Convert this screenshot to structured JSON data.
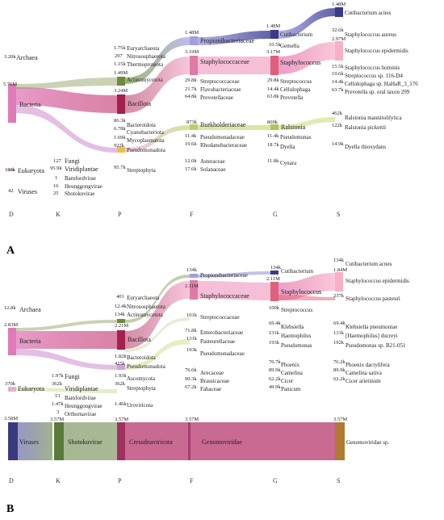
{
  "panel_a": {
    "panel_label": "A",
    "rank_axis": [
      "D",
      "K",
      "P",
      "F",
      "G",
      "S"
    ],
    "nodes": {
      "archaea": {
        "value": "3.20k",
        "name": "Archaea"
      },
      "bacteria": {
        "value": "5.76M",
        "name": "Bacteria"
      },
      "eukaryota": {
        "value": "103k",
        "name": "Eukaryota"
      },
      "viruses": {
        "value": "42",
        "name": "Viruses"
      },
      "euryarchaeota": {
        "value": "1.75k",
        "name": "Euryarchaeota"
      },
      "nitrososphaerota": {
        "value": "297",
        "name": "Nitrososphaerota"
      },
      "thermoproteota": {
        "value": "1.15k",
        "name": "Thermoproteota"
      },
      "actinomycetota": {
        "value": "1.49M",
        "name": "Actinomycetota"
      },
      "bacillota": {
        "value": "3.24M",
        "name": "Bacillota"
      },
      "bacteroidota": {
        "value": "86.3k",
        "name": "Bacteroidota"
      },
      "cyanobacteriota": {
        "value": "6.78k",
        "name": "Cyanobacteriota"
      },
      "mycoplasmatota": {
        "value": "1.69k",
        "name": "Mycoplasmatota"
      },
      "pseudomonadota": {
        "value": "922k",
        "name": "Pseudomonadota"
      },
      "fungi": {
        "value": "127",
        "name": "Fungi"
      },
      "viridiplantae": {
        "value": "95.9k",
        "name": "Viridiplantae"
      },
      "bamfordvirae": {
        "value": "1",
        "name": "Bamfordvirae"
      },
      "heunggongvirae": {
        "value": "16",
        "name": "Heunggongvirae"
      },
      "shotokuvirae": {
        "value": "25",
        "name": "Shotokuvirae"
      },
      "streptophyta": {
        "value": "95.7k",
        "name": "Streptophyta"
      },
      "propionibacteriaceae": {
        "value": "1.48M",
        "name": "Propionibacteriaceae"
      },
      "staphylococcaceae": {
        "value": "3.19M",
        "name": "Staphylococcaceae"
      },
      "streptococcaceae": {
        "value": "29.8k",
        "name": "Streptococcaceae"
      },
      "flavobacteriaceae": {
        "value": "21.7k",
        "name": "Flavobacteriaceae"
      },
      "prevotellaceae": {
        "value": "64.8k",
        "name": "Prevotellaceae"
      },
      "burkholderiaceae": {
        "value": "873k",
        "name": "Burkholderiaceae"
      },
      "pseudomonadaceae": {
        "value": "11.4k",
        "name": "Pseudomonadaceae"
      },
      "rhodanobacteraceae": {
        "value": "19.6k",
        "name": "Rhodanobacteraceae"
      },
      "asteraceae": {
        "value": "12.0k",
        "name": "Asteraceae"
      },
      "solanaceae": {
        "value": "17.6k",
        "name": "Solanaceae"
      },
      "cutibacterium": {
        "value": "1.48M",
        "name": "Cutibacterium"
      },
      "gemella": {
        "value": "10.5k",
        "name": "Gemella"
      },
      "staphylococcus": {
        "value": "3.17M",
        "name": "Staphylococcus"
      },
      "streptococcus": {
        "value": "29.8k",
        "name": "Streptococcus"
      },
      "cellulophaga": {
        "value": "14.4k",
        "name": "Cellulophaga"
      },
      "prevotella": {
        "value": "63.8k",
        "name": "Prevotella"
      },
      "ralstonia": {
        "value": "869k",
        "name": "Ralstonia"
      },
      "pseudomonas": {
        "value": "11.4k",
        "name": "Pseudomonas"
      },
      "dyella": {
        "value": "18.7k",
        "name": "Dyella"
      },
      "cynara": {
        "value": "11.8k",
        "name": "Cynara"
      },
      "s_cutibacterium_acnes": {
        "value": "1.48M",
        "name": "Cutibacterium acnes"
      },
      "s_staph_aureus": {
        "value": "32.6k",
        "name": "Staphylococcus aureus"
      },
      "s_staph_epidermidis": {
        "value": "2.97M",
        "name": "Staphylococcus epidermidis"
      },
      "s_staph_hominis": {
        "value": "15.5k",
        "name": "Staphylococcus hominis"
      },
      "s_strep_116": {
        "value": "19.6k",
        "name": "Streptococcus sp. 116-D4"
      },
      "s_cellulophaga": {
        "value": "14.4k",
        "name": "Cellulophaga sp. HaHaR_3_176"
      },
      "s_prevotella": {
        "value": "63.7k",
        "name": "Prevotella sp. oral taxon 299"
      },
      "s_ralstonia_m": {
        "value": "462k",
        "name": "Ralstonia mannitolilytica"
      },
      "s_ralstonia_p": {
        "value": "122k",
        "name": "Ralstonia pickettii"
      },
      "s_dyella": {
        "value": "14.9k",
        "name": "Dyella thioxydans"
      }
    }
  },
  "panel_b": {
    "panel_label": "B",
    "rank_axis": [
      "D",
      "K",
      "P",
      "F",
      "G",
      "S"
    ],
    "nodes": {
      "archaea": {
        "value": "12.8k",
        "name": "Archaea"
      },
      "bacteria": {
        "value": "2.83M",
        "name": "Bacteria"
      },
      "eukaryota": {
        "value": "370k",
        "name": "Eukaryota"
      },
      "viruses": {
        "value": "3.58M",
        "name": "Viruses"
      },
      "euryarchaeota": {
        "value": "401",
        "name": "Euryarchaeota"
      },
      "nitrososphaerota": {
        "value": "12.4k",
        "name": "Nitrososphaerota"
      },
      "actinomycetota": {
        "value": "134k",
        "name": "Actinomycetota"
      },
      "bacillota": {
        "value": "2.21M",
        "name": "Bacillota"
      },
      "bacteroidota": {
        "value": "1.82k",
        "name": "Bacteroidota"
      },
      "pseudomonadota": {
        "value": "425k",
        "name": "Pseudomonadota"
      },
      "fungi": {
        "value": "1.97k",
        "name": "Fungi"
      },
      "viridiplantae": {
        "value": "362k",
        "name": "Viridiplantae"
      },
      "bamfordvirae": {
        "value": "13",
        "name": "Bamfordvirae"
      },
      "heunggongvirae": {
        "value": "1.47k",
        "name": "Heunggongvirae"
      },
      "orthornavirae": {
        "value": "3",
        "name": "Orthornavirae"
      },
      "shotokuvirae": {
        "value": "3.57M",
        "name": "Shotokuvirae"
      },
      "ascomycota": {
        "value": "1.93k",
        "name": "Ascomycota"
      },
      "streptophyta": {
        "value": "362k",
        "name": "Streptophyta"
      },
      "uroviricota": {
        "value": "1.46k",
        "name": "Uroviricota"
      },
      "cressdnaviricota": {
        "value": "3.57M",
        "name": "Cressdnaviricota"
      },
      "propionibacteriaceae": {
        "value": "134k",
        "name": "Propionibacteriaceae"
      },
      "staphylococcaceae": {
        "value": "2.11M",
        "name": "Staphylococcaceae"
      },
      "streptococcaceae": {
        "value": "101k",
        "name": "Streptococcaceae"
      },
      "enterobacteriaceae": {
        "value": "71.8k",
        "name": "Enterobacteriaceae"
      },
      "pasteurellaceae": {
        "value": "131k",
        "name": "Pasteurellaceae"
      },
      "pseudomonadaceae": {
        "value": "193k",
        "name": "Pseudomonadaceae"
      },
      "arecaceae": {
        "value": "76.6k",
        "name": "Arecaceae"
      },
      "brassicaceae": {
        "value": "90.3k",
        "name": "Brassicaceae"
      },
      "fabaceae": {
        "value": "67.2k",
        "name": "Fabaceae"
      },
      "genomoviridae": {
        "value": "3.57M",
        "name": "Genomoviridae"
      },
      "cutibacterium": {
        "value": "134k",
        "name": "Cutibacterium"
      },
      "staphylococcus": {
        "value": "2.11M",
        "name": "Staphylococcus"
      },
      "streptococcus": {
        "value": "100k",
        "name": "Streptococcus"
      },
      "klebsiella": {
        "value": "69.4k",
        "name": "Klebsiella"
      },
      "haemophilus": {
        "value": "131k",
        "name": "Haemophilus"
      },
      "pseudomonas": {
        "value": "193k",
        "name": "Pseudomonas"
      },
      "phoenix": {
        "value": "76.7k",
        "name": "Phoenix"
      },
      "camelina": {
        "value": "89.9k",
        "name": "Camelina"
      },
      "cicer": {
        "value": "62.2k",
        "name": "Cicer"
      },
      "panicum": {
        "value": "49.9k",
        "name": "Panicum"
      },
      "s_cutibacterium_acnes": {
        "value": "134k",
        "name": "Cutibacterium acnes"
      },
      "s_staph_epidermidis": {
        "value": "1.84M",
        "name": "Staphylococcus epidermidis"
      },
      "s_staph_pasteuri": {
        "value": "237k",
        "name": "Staphylococcus pasteuri"
      },
      "s_klebsiella": {
        "value": "69.4k",
        "name": "Klebsiella pneumoniae"
      },
      "s_haemophilus": {
        "value": "131k",
        "name": "[Haemophilus] ducreyi"
      },
      "s_pseudomonas": {
        "value": "192k",
        "name": "Pseudomonas sp. B21-051"
      },
      "s_phoenix": {
        "value": "76.2k",
        "name": "Phoenix dactylifera"
      },
      "s_camelina": {
        "value": "89.9k",
        "name": "Camelina sativa"
      },
      "s_cicer": {
        "value": "62.2k",
        "name": "Cicer arietinum"
      },
      "s_genomoviridae": {
        "value": "3.57M",
        "name": "Genomoviridae sp."
      }
    }
  },
  "colors": {
    "bacteria": "#e07ab8",
    "bacillota": "#a3204f",
    "staph": "#e8a0b8",
    "actino": "#8a9a5b",
    "propioni": "#9a9ad8",
    "cuti": "#3b3b8c",
    "burkholderia": "#b8d068",
    "pseudomonadota": "#d0a0e0",
    "viruses": "#3a3a80",
    "shotoku": "#8aa070",
    "cressdna": "#c05080",
    "genomo": "#b04a7c",
    "genomo_sp": "#b07a30"
  }
}
